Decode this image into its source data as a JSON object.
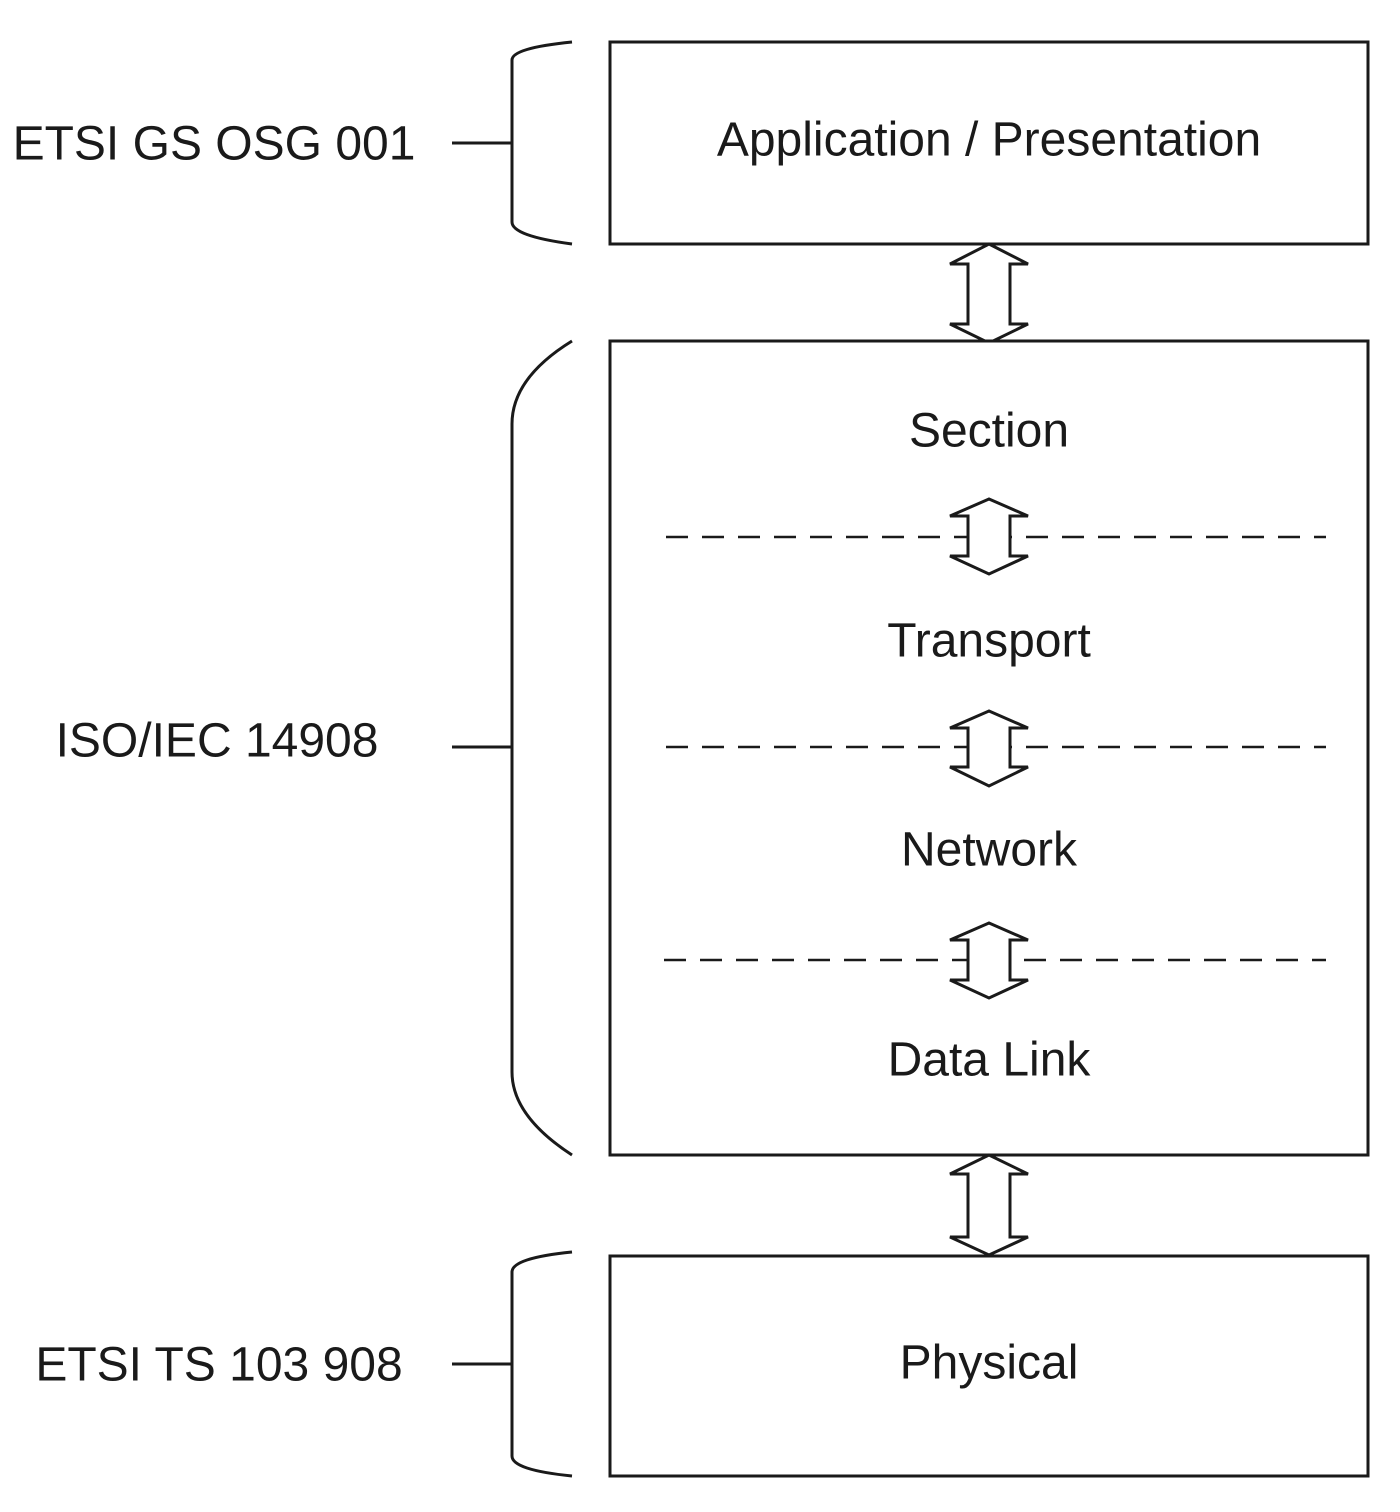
{
  "standards": {
    "top": "ETSI GS OSG 001",
    "middle": "ISO/IEC 14908",
    "bottom": "ETSI TS 103 908"
  },
  "layers": {
    "application": "Application / Presentation",
    "section": "Section",
    "transport": "Transport",
    "network": "Network",
    "data_link": "Data Link",
    "physical": "Physical"
  },
  "colors": {
    "line": "#1a1a1a",
    "background": "#ffffff"
  }
}
